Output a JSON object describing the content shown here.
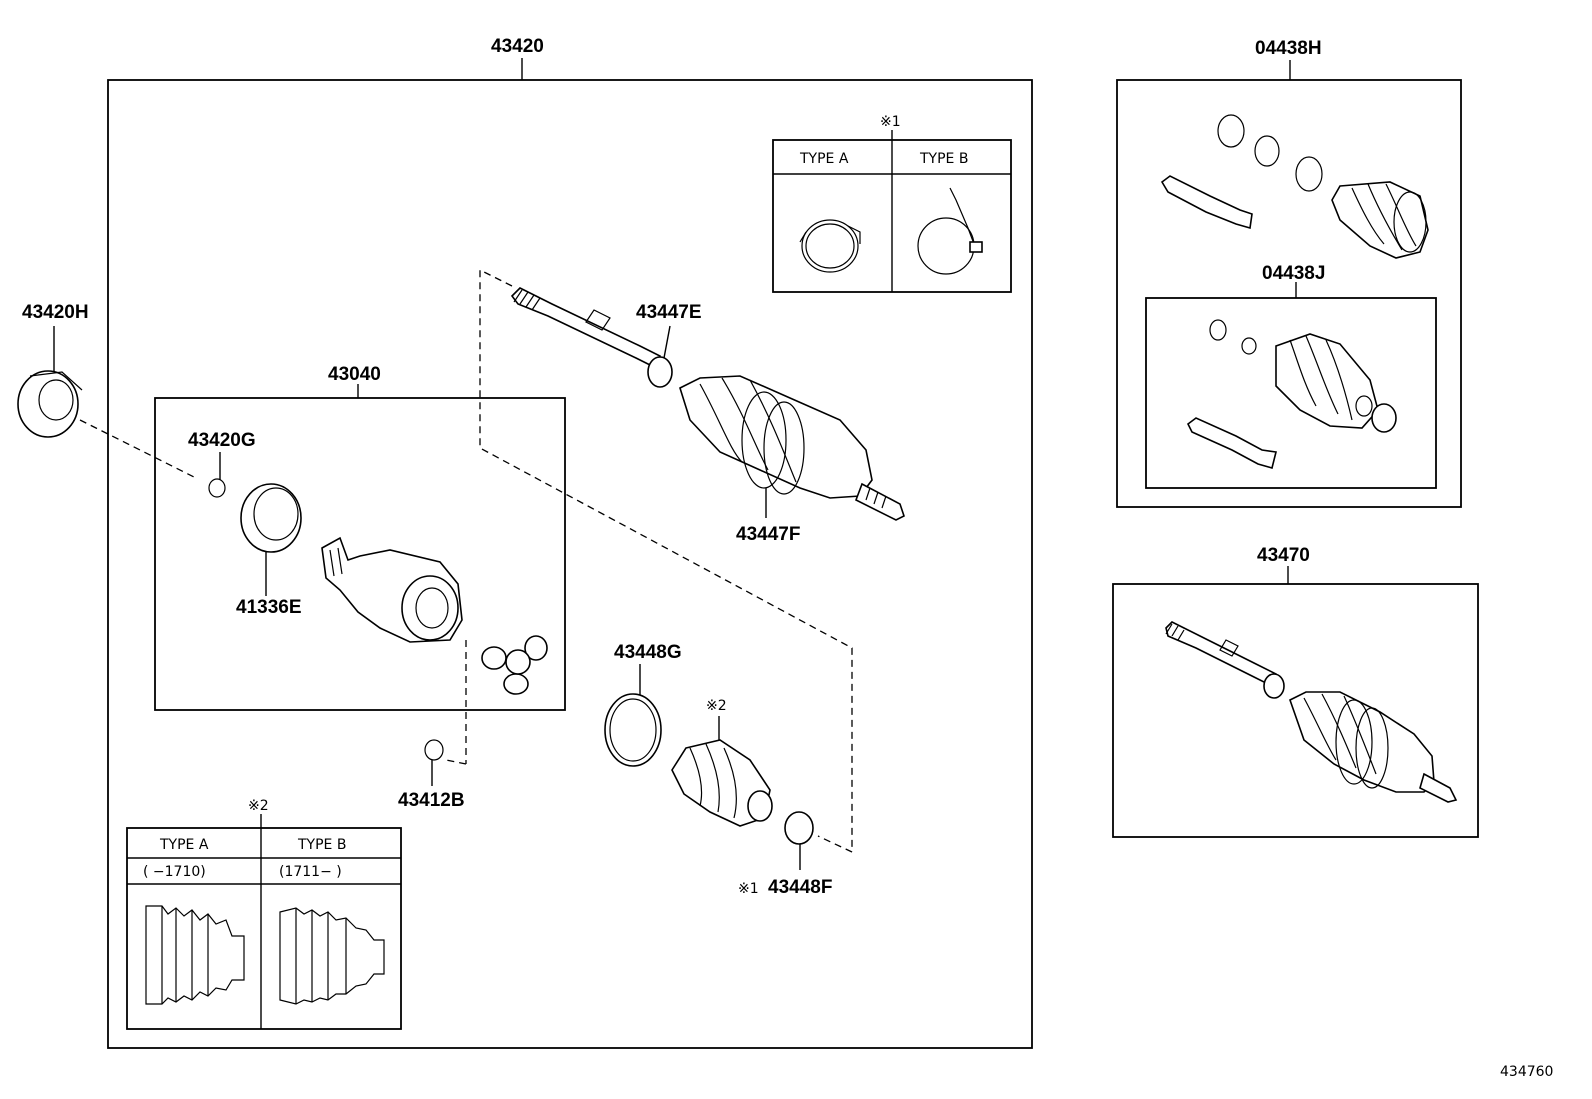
{
  "labels": {
    "p43420": "43420",
    "p04438H": "04438H",
    "p43420H": "43420H",
    "p43040": "43040",
    "p43420G": "43420G",
    "p41336E": "41336E",
    "p43447E": "43447E",
    "p43447F": "43447F",
    "p43448G": "43448G",
    "p43412B": "43412B",
    "p43448F": "43448F",
    "p04438J": "04438J",
    "p43470": "43470",
    "note1": "※1",
    "note2": "※2",
    "note2_boot": "※2",
    "note1_clamp": "※1",
    "note2_table": "※2",
    "diagram_id": "434760"
  },
  "table_clamp": {
    "type_a": "TYPE A",
    "type_b": "TYPE B"
  },
  "table_boot": {
    "type_a": "TYPE A",
    "type_b": "TYPE B",
    "range_a": "(      −1710)",
    "range_b": "(1711−      )"
  }
}
